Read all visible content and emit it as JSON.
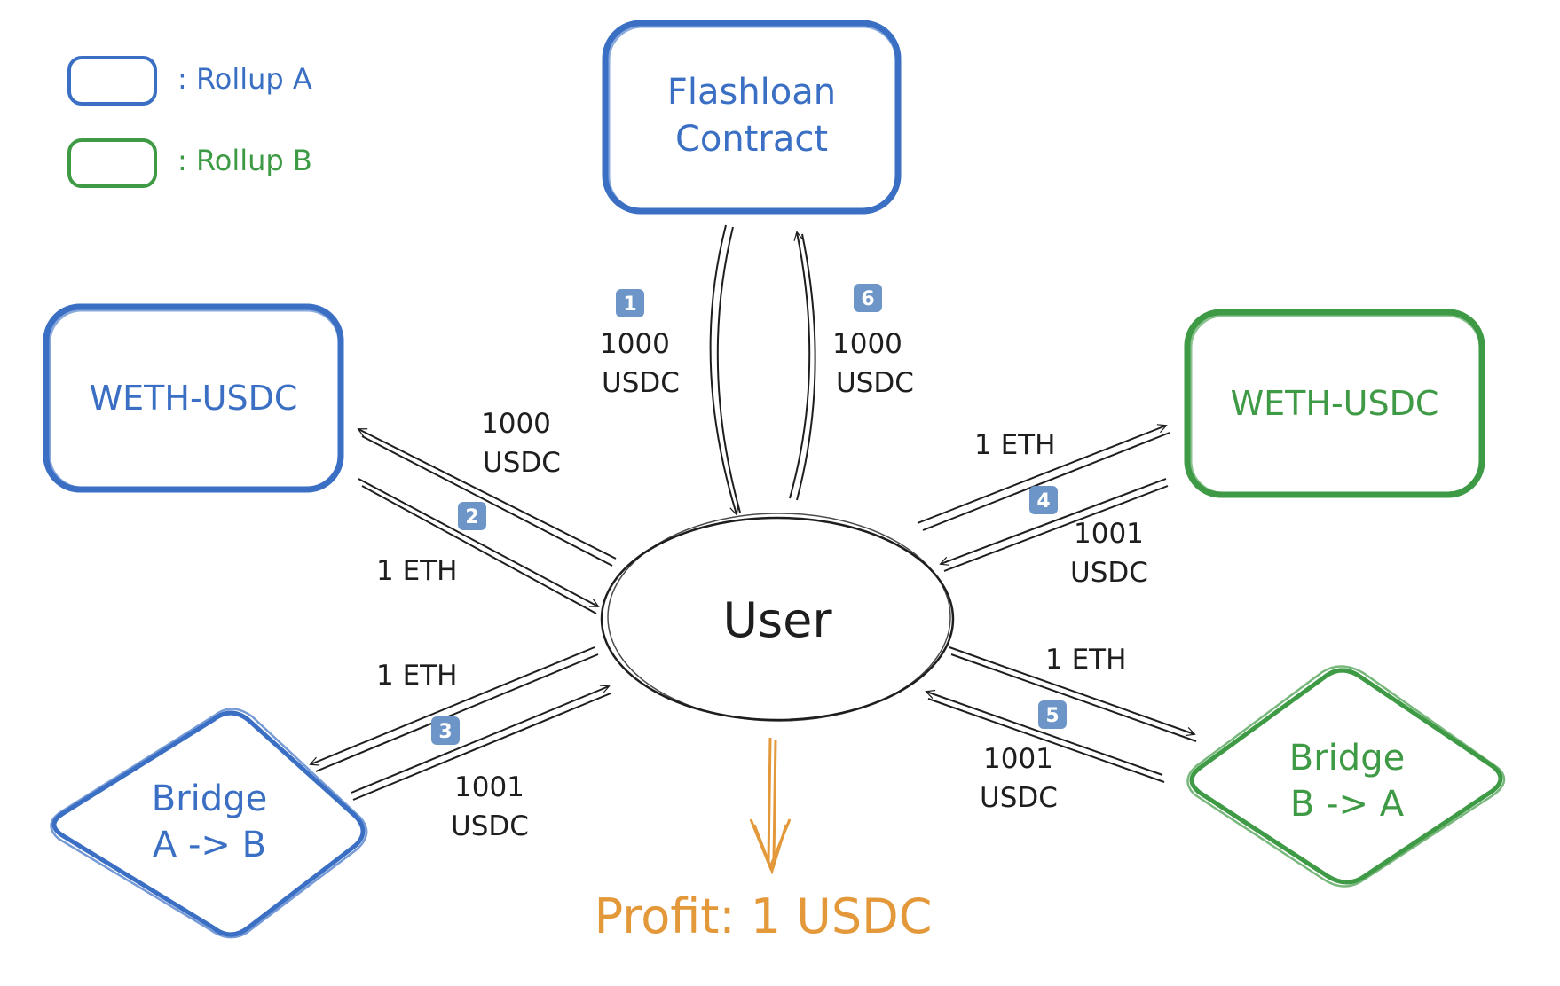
{
  "colors": {
    "rollup_a": "#3a6fc4",
    "rollup_b": "#3e9a45",
    "profit": "#e3983a",
    "ink": "#1e1e1e",
    "badge": "#6d95c7"
  },
  "legend": {
    "rollup_a": ": Rollup A",
    "rollup_b": ": Rollup B"
  },
  "nodes": {
    "flashloan_line1": "Flashloan",
    "flashloan_line2": "Contract",
    "weth_usdc_a": "WETH-USDC",
    "weth_usdc_b": "WETH-USDC",
    "user": "User",
    "bridge_ab_line1": "Bridge",
    "bridge_ab_line2": "A -> B",
    "bridge_ba_line1": "Bridge",
    "bridge_ba_line2": "B -> A"
  },
  "steps": [
    {
      "number": "1",
      "amount": "1000",
      "token": "USDC"
    },
    {
      "number": "2",
      "amount_in": "1000",
      "token_in": "USDC",
      "amount_out": "1 ETH"
    },
    {
      "number": "3",
      "amount_out": "1 ETH",
      "amount_in": "1001",
      "token_in": "USDC"
    },
    {
      "number": "4",
      "amount_out": "1 ETH",
      "amount_in": "1001",
      "token_in": "USDC"
    },
    {
      "number": "5",
      "amount_out": "1 ETH",
      "amount_in": "1001",
      "token_in": "USDC"
    },
    {
      "number": "6",
      "amount": "1000",
      "token": "USDC"
    }
  ],
  "profit": "Profit: 1 USDC"
}
